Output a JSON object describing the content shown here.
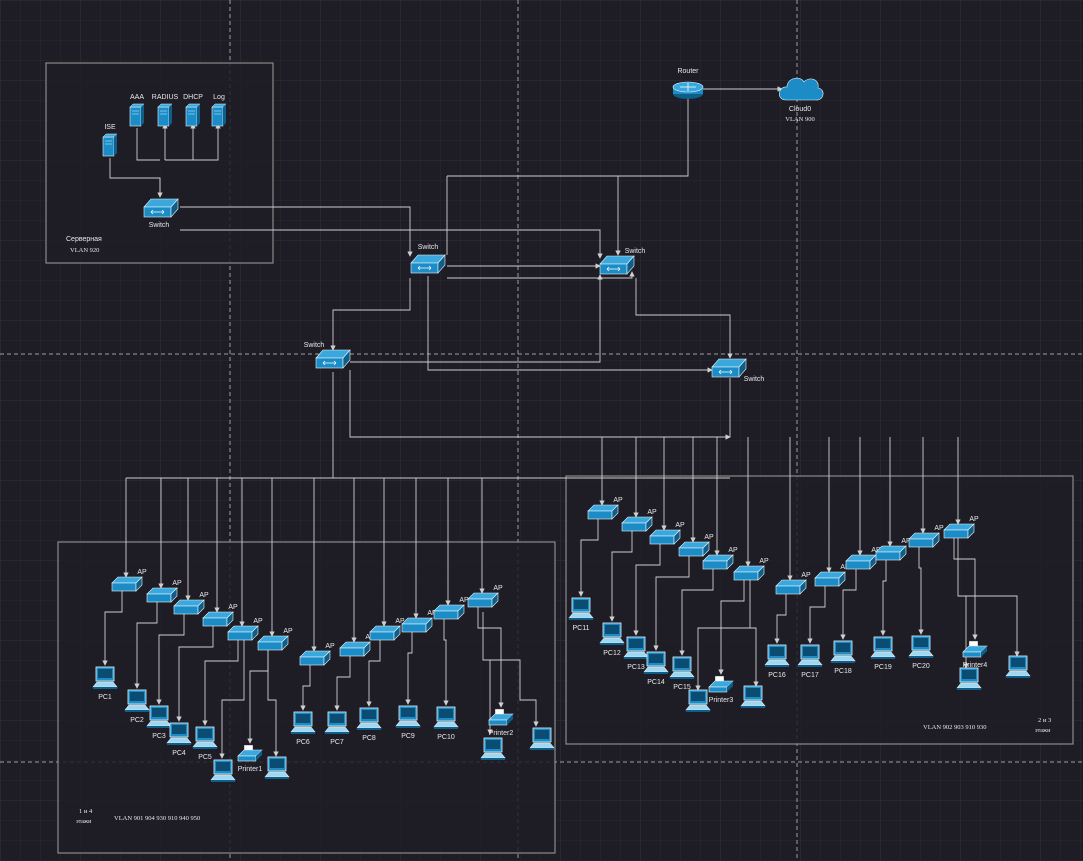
{
  "colors": {
    "background": "#1e1c24",
    "grid": "#2c2a33",
    "guide": "#bfbfbf",
    "group_border": "#8a8a8a",
    "device": "#1b8cc6",
    "device_dark": "#0e5e89",
    "link": "#cfcfcf"
  },
  "groups": {
    "server_room": {
      "title": "Серверная",
      "vlan": "VLAN 920"
    },
    "floors_1_4": {
      "floors_line1": "1 и 4",
      "floors_line2": "этажи",
      "vlan": "VLAN 901 904 930 910 940 950"
    },
    "floors_2_3": {
      "floors_line1": "2 и 3",
      "floors_line2": "этажи",
      "vlan": "VLAN 902 903 910 930"
    }
  },
  "core": {
    "router": "Router",
    "cloud": "Cloud0",
    "cloud_vlan": "VLAN 900",
    "switch_server": "Switch",
    "switch_core_left": "Switch",
    "switch_core_right": "Switch",
    "switch_dist_left": "Switch",
    "switch_dist_right": "Switch"
  },
  "servers": [
    "ISE",
    "AAA",
    "RADIUS",
    "DHCP",
    "Log"
  ],
  "ap_label": "AP",
  "pcs_floors_1_4": [
    "PC1",
    "PC2",
    "PC3",
    "PC4",
    "PC5",
    "PC6",
    "PC7",
    "PC8",
    "PC9",
    "PC10"
  ],
  "printers_floors_1_4": [
    "Printer1",
    "Printer2"
  ],
  "pcs_floors_2_3": [
    "PC11",
    "PC12",
    "PC13",
    "PC14",
    "PC15",
    "PC16",
    "PC17",
    "PC18",
    "PC19",
    "PC20"
  ],
  "printers_floors_2_3": [
    "Printer3",
    "Printer4"
  ]
}
